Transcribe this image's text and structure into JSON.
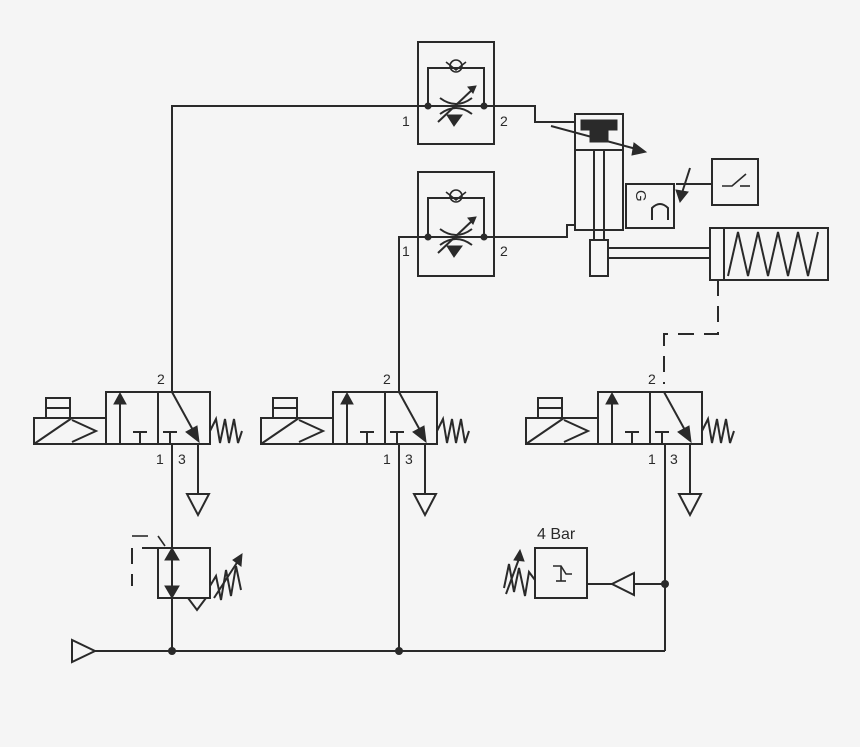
{
  "ports": {
    "in": "1",
    "out": "2",
    "exhaust": "3"
  },
  "pressure_switch": {
    "setting": "4 Bar"
  },
  "sensor": {
    "letter": "G"
  }
}
